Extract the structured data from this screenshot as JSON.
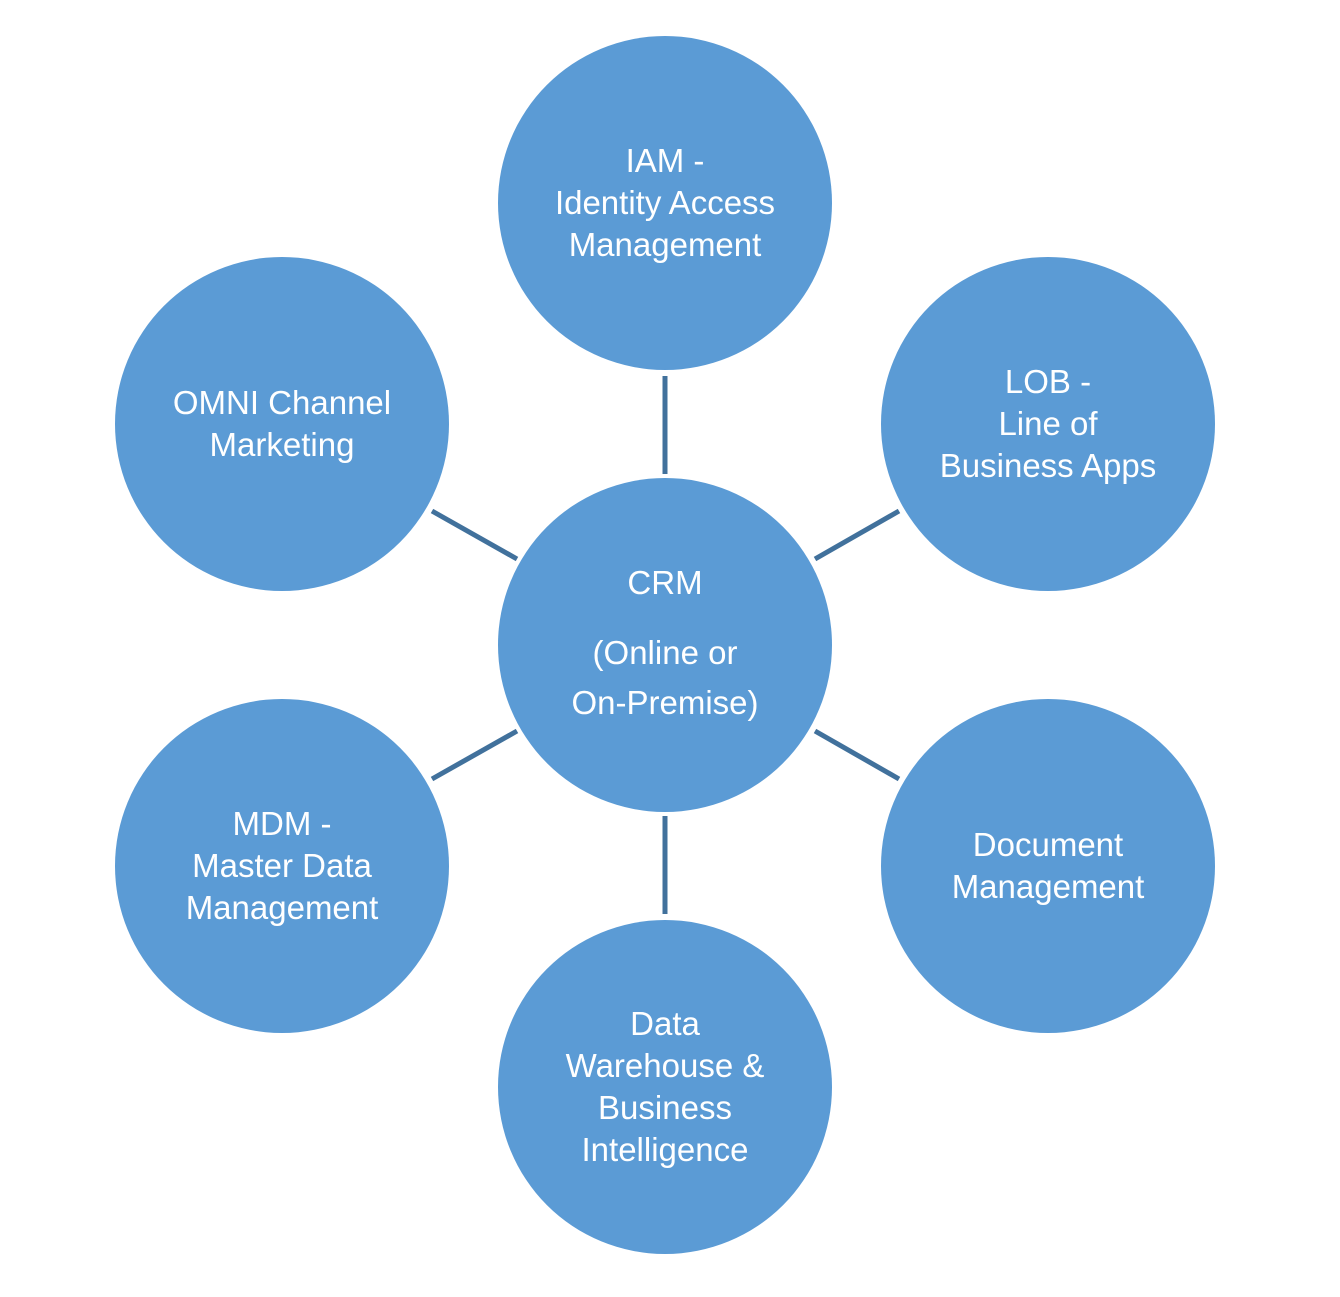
{
  "diagram": {
    "center": {
      "title": "CRM",
      "line1": "(Online or",
      "line2": "On-Premise)"
    },
    "nodes": {
      "iam": {
        "lines": [
          "IAM -",
          "Identity Access",
          "Management"
        ]
      },
      "lob": {
        "lines": [
          "LOB -",
          "Line of",
          "Business Apps"
        ]
      },
      "doc": {
        "lines": [
          "Document",
          "Management"
        ]
      },
      "dw": {
        "lines": [
          "Data",
          "Warehouse &",
          "Business",
          "Intelligence"
        ]
      },
      "mdm": {
        "lines": [
          "MDM -",
          "Master Data",
          "Management"
        ]
      },
      "omni": {
        "lines": [
          "OMNI Channel",
          "Marketing"
        ]
      }
    },
    "colors": {
      "node_fill": "#5B9BD5",
      "connector": "#41719C",
      "text": "#FFFFFF"
    }
  }
}
